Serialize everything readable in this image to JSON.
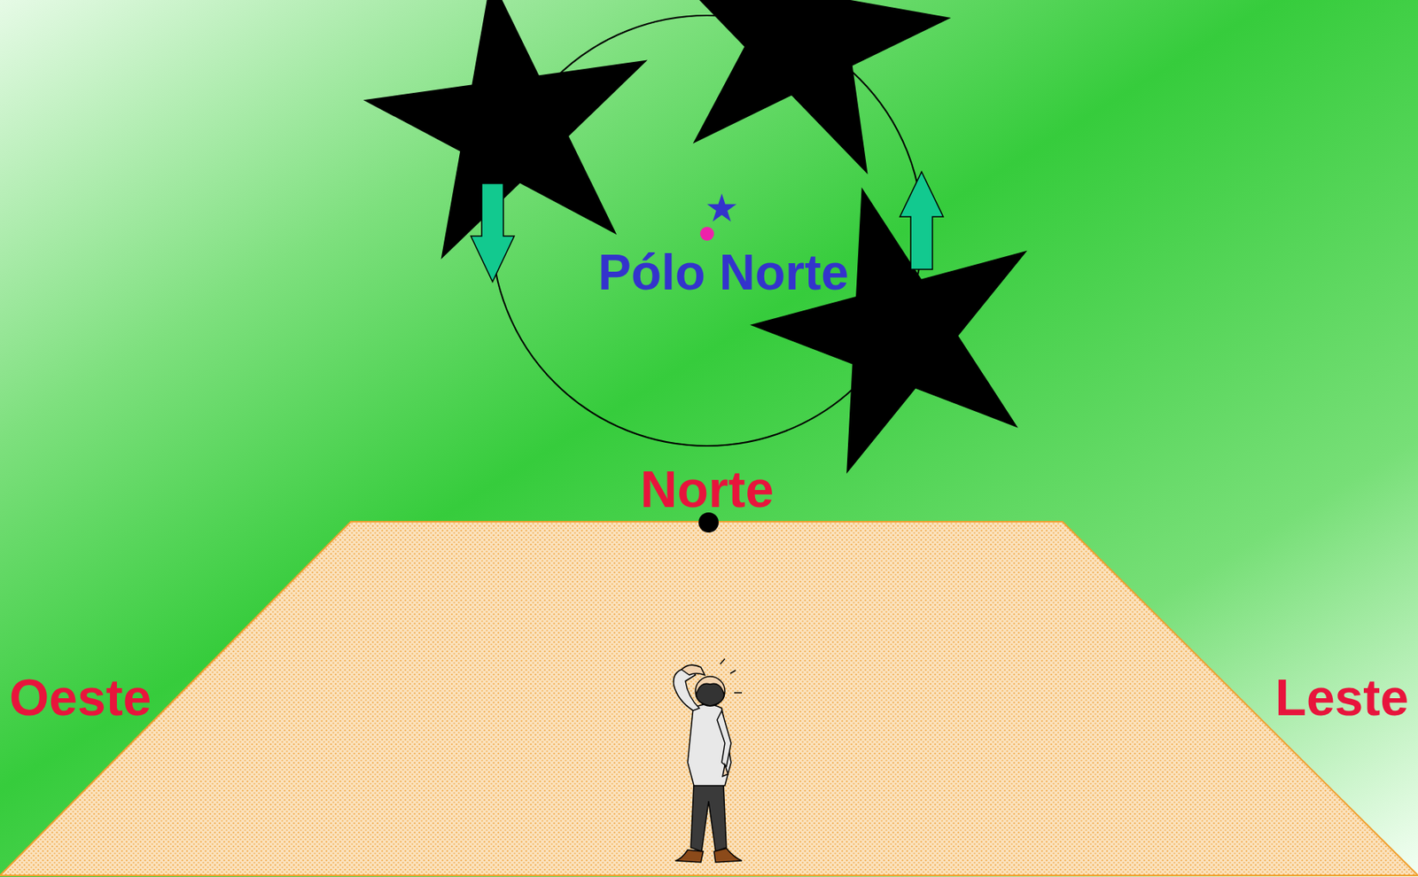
{
  "diagram": {
    "labels": [
      "Pólo Norte",
      "Norte",
      "Oeste",
      "Leste"
    ]
  }
}
